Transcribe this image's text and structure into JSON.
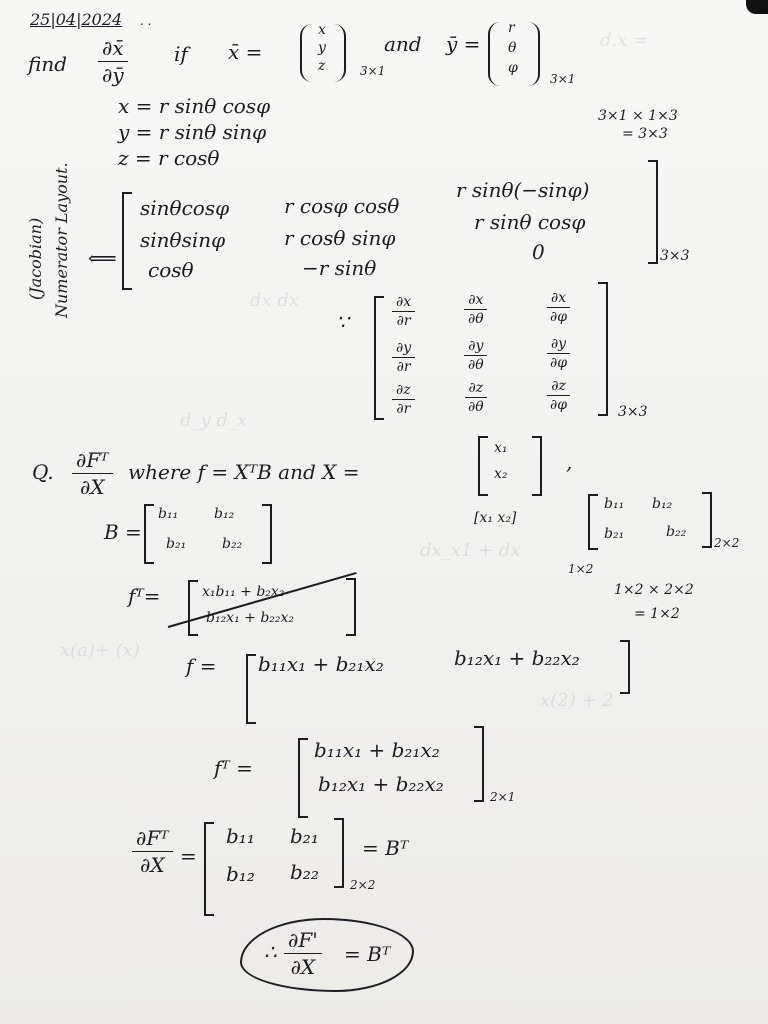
{
  "page": {
    "date": "25|04|2024",
    "problem1": {
      "find": "find",
      "dx": "∂x̄",
      "dy": "∂ȳ",
      "if_text": "if",
      "x_eq": "x̄ =",
      "vec_x": [
        "x",
        "y",
        "z"
      ],
      "and_text": "and",
      "y_eq": "ȳ =",
      "vec_y": [
        "r",
        "θ",
        "φ"
      ],
      "dim": "3×1",
      "eq1": "x = r sinθ cosφ",
      "eq2": "y = r sinθ sinφ",
      "eq3": "z = r cosθ",
      "dim_note1": "3×1 × 1×3",
      "dim_note2": "= 3×3",
      "side_label1": "(Jacobian)",
      "side_label2": "Numerator Layout.",
      "implies": "⟸",
      "matrix": [
        [
          "sinθcosφ",
          "r cosφ cosθ",
          "r sinθ(−sinφ)"
        ],
        [
          "sinθsinφ",
          "r cosθ sinφ",
          "r sinθ cosφ"
        ],
        [
          "cosθ",
          "−r sinθ",
          "0"
        ]
      ],
      "matrix_dim": "3×3",
      "because": "∵",
      "partials": [
        [
          [
            "∂x",
            "∂r"
          ],
          [
            "∂x",
            "∂θ"
          ],
          [
            "∂x",
            "∂φ"
          ]
        ],
        [
          [
            "∂y",
            "∂r"
          ],
          [
            "∂y",
            "∂θ"
          ],
          [
            "∂y",
            "∂φ"
          ]
        ],
        [
          [
            "∂z",
            "∂r"
          ],
          [
            "∂z",
            "∂θ"
          ],
          [
            "∂z",
            "∂φ"
          ]
        ]
      ],
      "partials_dim": "3×3"
    },
    "problem2": {
      "q": "Q.",
      "dFT": "∂Fᵀ",
      "dX": "∂X",
      "where": "where f = XᵀB and X =",
      "X_vec": [
        "x₁",
        "x₂"
      ],
      "comma": ",",
      "B_label": "B =",
      "B": [
        [
          "b₁₁",
          "b₁₂"
        ],
        [
          "b₂₁",
          "b₂₂"
        ]
      ],
      "row_vec": "[x₁ x₂]",
      "B2": [
        [
          "b₁₁",
          "b₁₂"
        ],
        [
          "b₂₁",
          "b₂₂"
        ]
      ],
      "B2_dim": "2×2",
      "row_dim": "1×2",
      "dim_calc1": "1×2 × 2×2",
      "dim_calc2": "= 1×2",
      "crossed_label": "fᵀ=",
      "crossed_row1": "x₁b₁₁ + b₂x₂",
      "crossed_row2": "b₁₂x₁ + b₂₂x₂",
      "f_label": "f =",
      "f_row": [
        "b₁₁x₁ + b₂₁x₂",
        "b₁₂x₁ + b₂₂x₂"
      ],
      "fT_label": "fᵀ =",
      "fT_col": [
        "b₁₁x₁ + b₂₁x₂",
        "b₁₂x₁ + b₂₂x₂"
      ],
      "fT_dim": "2×1",
      "res_num": "∂Fᵀ",
      "res_den": "∂X",
      "res_eq": "=",
      "res_matrix": [
        [
          "b₁₁",
          "b₂₁"
        ],
        [
          "b₁₂",
          "b₂₂"
        ]
      ],
      "res_dim": "2×2",
      "res_BT": "= Bᵀ",
      "final_therefore": "∴",
      "final_num": "∂F'",
      "final_den": "∂X",
      "final_eq": "= Bᵀ"
    }
  }
}
